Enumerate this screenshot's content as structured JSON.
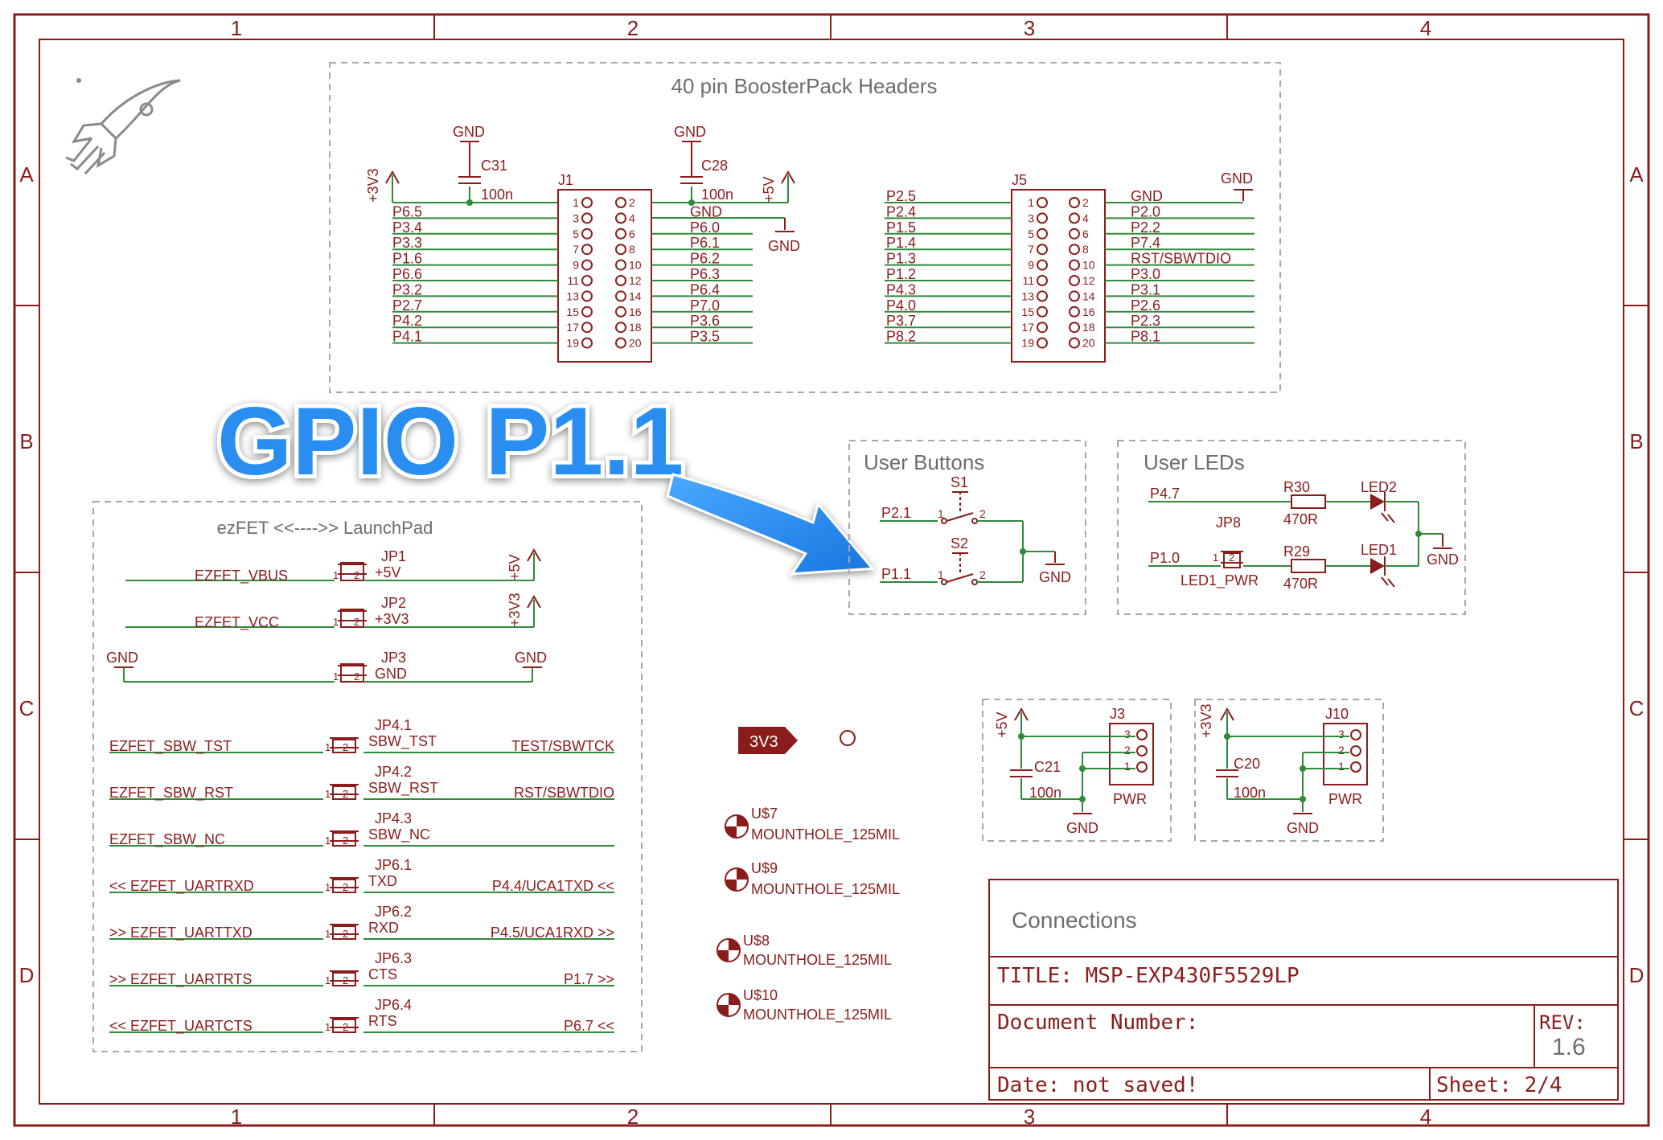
{
  "sheet": {
    "zone_columns": [
      "1",
      "2",
      "3",
      "4"
    ],
    "zone_rows": [
      "A",
      "B",
      "C",
      "D"
    ],
    "colors": {
      "frame": "#8a1c1c",
      "wire": "#2e8b3a",
      "box": "#a8a8a8",
      "callout": "#2b8ef0"
    }
  },
  "callout": {
    "text": "GPIO P1.1"
  },
  "boosterpack": {
    "title": "40 pin BoosterPack Headers",
    "j1": {
      "ref": "J1",
      "left_nets": [
        "+3V3",
        "P6.5",
        "P3.4",
        "P3.3",
        "P1.6",
        "P6.6",
        "P3.2",
        "P2.7",
        "P4.2",
        "P4.1"
      ],
      "right_nets": [
        "+5V",
        "GND",
        "P6.0",
        "P6.1",
        "P6.2",
        "P6.3",
        "P6.4",
        "P7.0",
        "P3.6",
        "P3.5"
      ],
      "odd_pins": [
        "1",
        "3",
        "5",
        "7",
        "9",
        "11",
        "13",
        "15",
        "17",
        "19"
      ],
      "even_pins": [
        "2",
        "4",
        "6",
        "8",
        "10",
        "12",
        "14",
        "16",
        "18",
        "20"
      ],
      "c31": {
        "ref": "C31",
        "value": "100n",
        "gnd": "GND"
      },
      "c28": {
        "ref": "C28",
        "value": "100n",
        "gnd": "GND"
      },
      "gnd_right": "GND",
      "supply_left": "+3V3",
      "supply_right": "+5V"
    },
    "j5": {
      "ref": "J5",
      "left_nets": [
        "P2.5",
        "P2.4",
        "P1.5",
        "P1.4",
        "P1.3",
        "P1.2",
        "P4.3",
        "P4.0",
        "P3.7",
        "P8.2"
      ],
      "right_nets": [
        "GND",
        "P2.0",
        "P2.2",
        "P7.4",
        "RST/SBWTDIO",
        "P3.0",
        "P3.1",
        "P2.6",
        "P2.3",
        "P8.1"
      ],
      "odd_pins": [
        "1",
        "3",
        "5",
        "7",
        "9",
        "11",
        "13",
        "15",
        "17",
        "19"
      ],
      "even_pins": [
        "2",
        "4",
        "6",
        "8",
        "10",
        "12",
        "14",
        "16",
        "18",
        "20"
      ],
      "gnd": "GND"
    }
  },
  "user_buttons": {
    "title": "User Buttons",
    "s1": {
      "ref": "S1",
      "net": "P2.1",
      "pin1": "1",
      "pin2": "2"
    },
    "s2": {
      "ref": "S2",
      "net": "P1.1",
      "pin1": "1",
      "pin2": "2"
    },
    "gnd": "GND"
  },
  "user_leds": {
    "title": "User LEDs",
    "net_top": "P4.7",
    "net_bottom": "P1.0",
    "r30": {
      "ref": "R30",
      "value": "470R"
    },
    "r29": {
      "ref": "R29",
      "value": "470R"
    },
    "led2": "LED2",
    "led1": "LED1",
    "jp8": {
      "ref": "JP8",
      "label": "LED1_PWR",
      "pin1": "1",
      "pin2": "2"
    },
    "gnd": "GND"
  },
  "ezfet": {
    "title": "ezFET  <<---->>  LaunchPad",
    "jp1": {
      "ref": "JP1",
      "label": "+5V",
      "net": "EZFET_VBUS",
      "supply": "+5V"
    },
    "jp2": {
      "ref": "JP2",
      "label": "+3V3",
      "net": "EZFET_VCC",
      "supply": "+3V3"
    },
    "jp3": {
      "ref": "JP3",
      "label": "GND",
      "gnd_left": "GND",
      "gnd_right": "GND"
    },
    "rows": [
      {
        "ref": "JP4.1",
        "label": "SBW_TST",
        "left": "EZFET_SBW_TST",
        "right": "TEST/SBWTCK"
      },
      {
        "ref": "JP4.2",
        "label": "SBW_RST",
        "left": "EZFET_SBW_RST",
        "right": "RST/SBWTDIO"
      },
      {
        "ref": "JP4.3",
        "label": "SBW_NC",
        "left": "EZFET_SBW_NC",
        "right": ""
      },
      {
        "ref": "JP6.1",
        "label": "TXD",
        "left": "<<   EZFET_UARTRXD",
        "right": "P4.4/UCA1TXD   <<"
      },
      {
        "ref": "JP6.2",
        "label": "RXD",
        "left": ">>   EZFET_UARTTXD",
        "right": "P4.5/UCA1RXD   >>"
      },
      {
        "ref": "JP6.3",
        "label": "CTS",
        "left": ">>   EZFET_UARTRTS",
        "right": "P1.7                  >>"
      },
      {
        "ref": "JP6.4",
        "label": "RTS",
        "left": "<<   EZFET_UARTCTS",
        "right": "P6.7                  <<"
      }
    ],
    "pin1": "1",
    "pin2": "2"
  },
  "power_tag": {
    "label": "3V3"
  },
  "mountholes": [
    {
      "ref": "U$7",
      "value": "MOUNTHOLE_125MIL"
    },
    {
      "ref": "U$9",
      "value": "MOUNTHOLE_125MIL"
    },
    {
      "ref": "U$8",
      "value": "MOUNTHOLE_125MIL"
    },
    {
      "ref": "U$10",
      "value": "MOUNTHOLE_125MIL"
    }
  ],
  "j3": {
    "ref": "J3",
    "label": "PWR",
    "supply": "+5V",
    "cap_ref": "C21",
    "cap_value": "100n",
    "gnd": "GND",
    "pins": [
      "3",
      "2",
      "1"
    ]
  },
  "j10": {
    "ref": "J10",
    "label": "PWR",
    "supply": "+3V3",
    "cap_ref": "C20",
    "cap_value": "100n",
    "gnd": "GND",
    "pins": [
      "3",
      "2",
      "1"
    ]
  },
  "title_block": {
    "heading": "Connections",
    "title": "TITLE:  MSP-EXP430F5529LP",
    "doc_number": "Document Number:",
    "rev_label": "REV:",
    "rev_value": "1.6",
    "date": "Date: not saved!",
    "sheet": "Sheet: 2/4"
  }
}
